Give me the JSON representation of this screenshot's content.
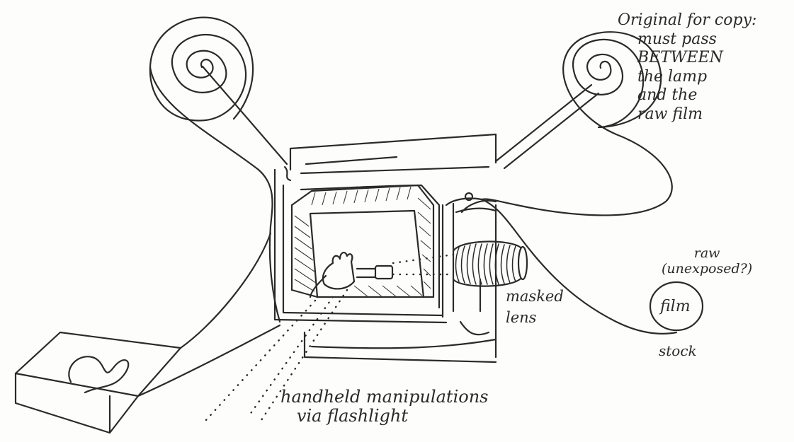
{
  "labels": {
    "original": "Original for copy:\n    must pass\n    BETWEEN\n    the lamp\n    and the\n    raw film",
    "raw": "raw\n(unexposed?)",
    "film": "film",
    "stock": "stock",
    "masked": "masked\nlens",
    "handheld": "handheld manipulations\n   via flashlight"
  }
}
